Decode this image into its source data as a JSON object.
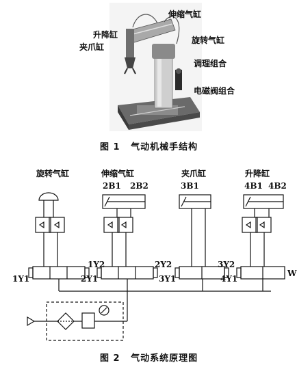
{
  "fig1": {
    "labels": {
      "lift_cylinder": "升降缸",
      "gripper_cylinder": "夹爪缸",
      "telescopic_cylinder": "伸缩气缸",
      "rotary_cylinder": "旋转气缸",
      "frl_unit": "调理组合",
      "valve_group": "电磁阀组合"
    },
    "caption_num": "图 1",
    "caption_text": "气动机械手结构"
  },
  "fig2": {
    "cylinders": [
      {
        "title": "旋转气缸",
        "sensors": []
      },
      {
        "title": "伸缩气缸",
        "sensors": [
          "2B1",
          "2B2"
        ]
      },
      {
        "title": "夹爪缸",
        "sensors": [
          "3B1"
        ]
      },
      {
        "title": "升降缸",
        "sensors": [
          "4B1",
          "4B2"
        ]
      }
    ],
    "valve_left_labels": [
      "1Y1",
      "2Y1",
      "3Y1",
      "4Y1"
    ],
    "valve_right_labels": [
      "1Y2",
      "2Y2",
      "3Y2"
    ],
    "exhaust_label": "W",
    "caption_num": "图 2",
    "caption_text": "气动系统原理图"
  }
}
